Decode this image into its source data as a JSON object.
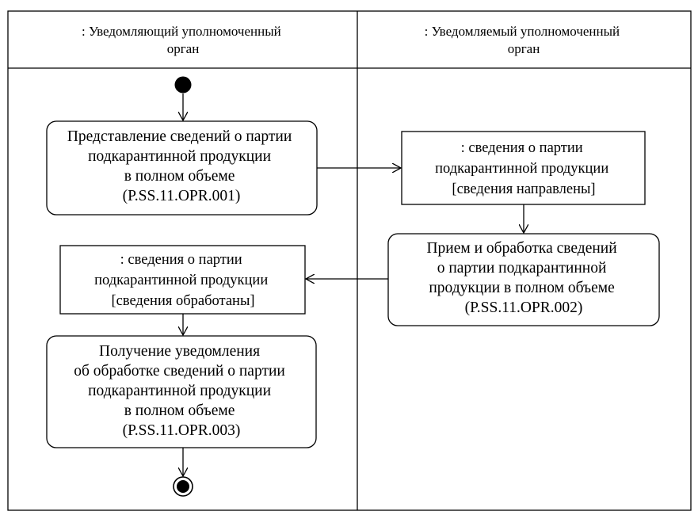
{
  "swimlanes": [
    {
      "title_lines": [
        ": Уведомляющий уполномоченный",
        "орган"
      ]
    },
    {
      "title_lines": [
        ": Уведомляемый уполномоченный",
        "орган"
      ]
    }
  ],
  "nodes": {
    "action1": {
      "lines": [
        "Представление сведений о партии",
        "подкарантинной продукции",
        "в полном объеме",
        "(P.SS.11.OPR.001)"
      ]
    },
    "object1": {
      "lines": [
        ": сведения о партии",
        "подкарантинной продукции",
        "[сведения направлены]"
      ]
    },
    "action2": {
      "lines": [
        "Прием и обработка сведений",
        "о партии подкарантинной",
        "продукции в полном объеме",
        "(P.SS.11.OPR.002)"
      ]
    },
    "object2": {
      "lines": [
        ": сведения о партии",
        "подкарантинной продукции",
        "[сведения обработаны]"
      ]
    },
    "action3": {
      "lines": [
        "Получение уведомления",
        "об обработке сведений о партии",
        "подкарантинной продукции",
        "в полном объеме",
        "(P.SS.11.OPR.003)"
      ]
    }
  }
}
